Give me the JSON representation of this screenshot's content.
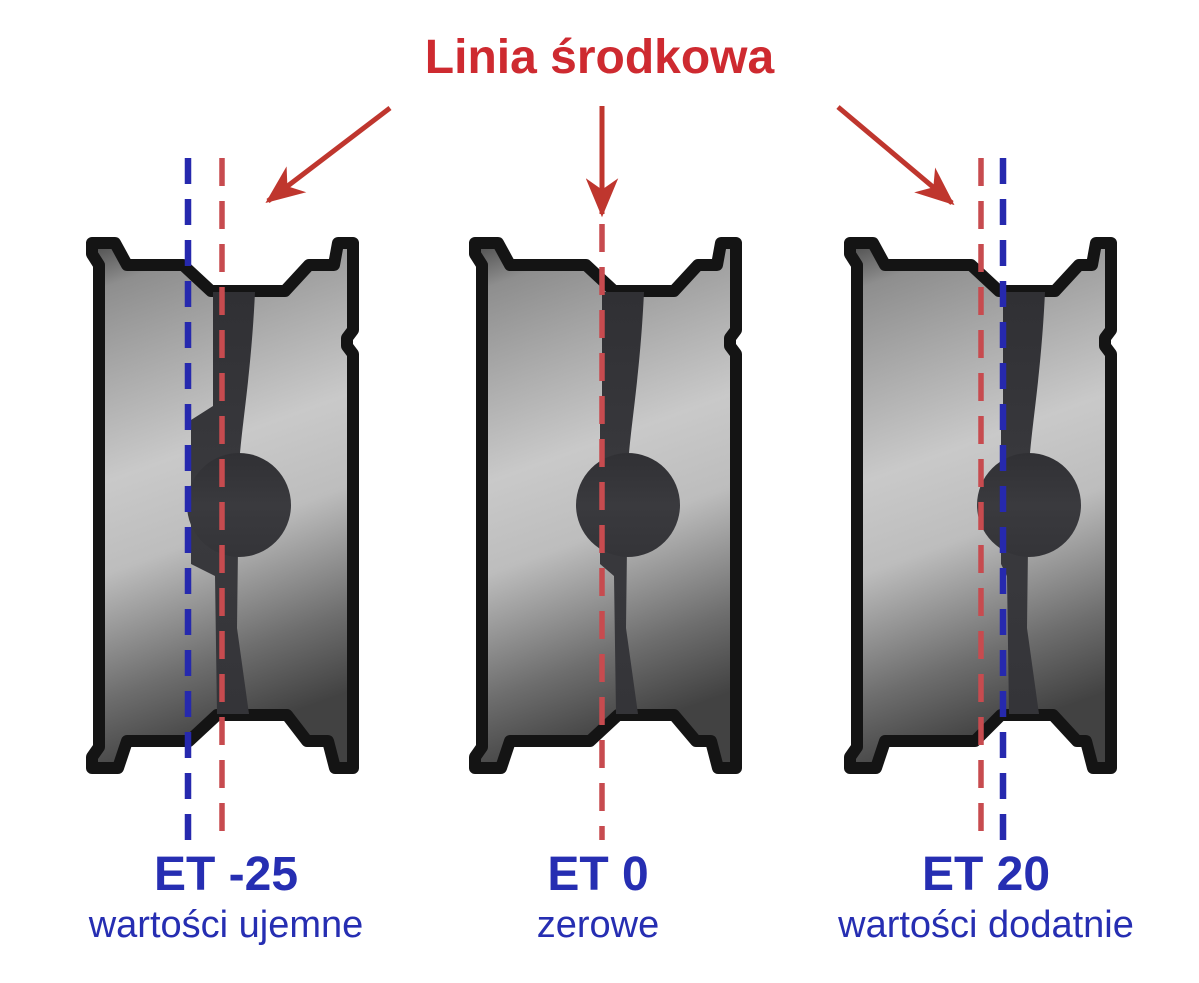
{
  "diagram": {
    "title": "Linia środkowa",
    "wheels": [
      {
        "key": "negative-offset",
        "et": "ET -25",
        "description": "wartości ujemne"
      },
      {
        "key": "zero-offset",
        "et": "ET 0",
        "description": "zerowe"
      },
      {
        "key": "positive-offset",
        "et": "ET 20",
        "description": "wartości dodatnie"
      }
    ],
    "lines": {
      "center_line_style": "red-dashed",
      "mounting_face_style": "blue-dashed"
    },
    "colors": {
      "title_red": "#ce2a30",
      "arrow_red": "#bf362e",
      "center_line_red": "#c74b4f",
      "mounting_line_blue": "#2629ae",
      "label_blue": "#262eb2",
      "rim_outline": "#141414",
      "rim_light": "#c9c9c9",
      "rim_mid": "#8e8e8e",
      "rim_dark": "#4b4b4b",
      "spoke_dark": "#3a3a3e",
      "background": "#ffffff"
    }
  }
}
